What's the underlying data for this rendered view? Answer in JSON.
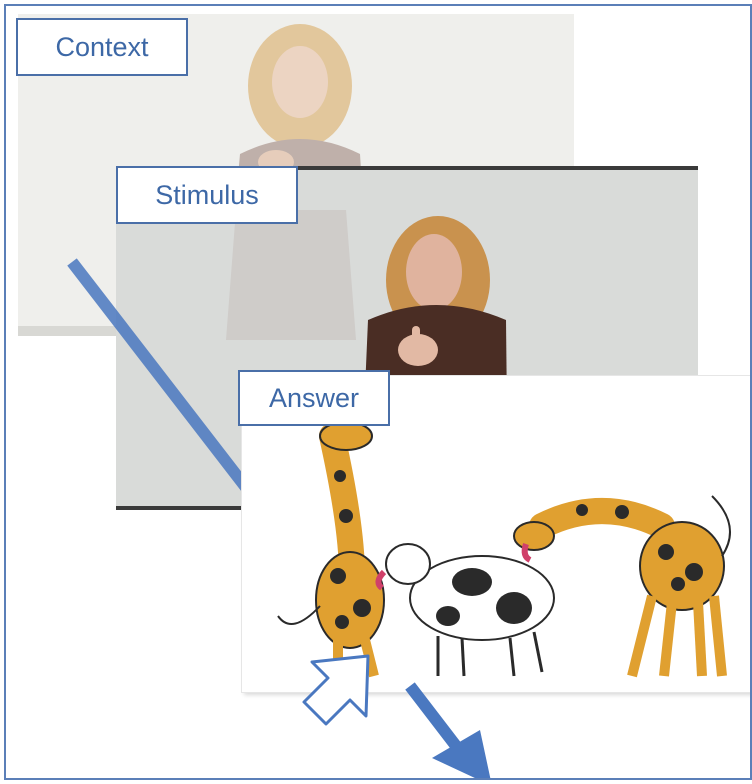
{
  "labels": {
    "context": "Context",
    "stimulus": "Stimulus",
    "answer": "Answer"
  },
  "colors": {
    "frame_border": "#5b7fb8",
    "label_text": "#3d68a6",
    "arrow": "#4a78c0"
  },
  "icons": [
    "diagonal-flow-arrow",
    "pointer-cursor-icon"
  ]
}
